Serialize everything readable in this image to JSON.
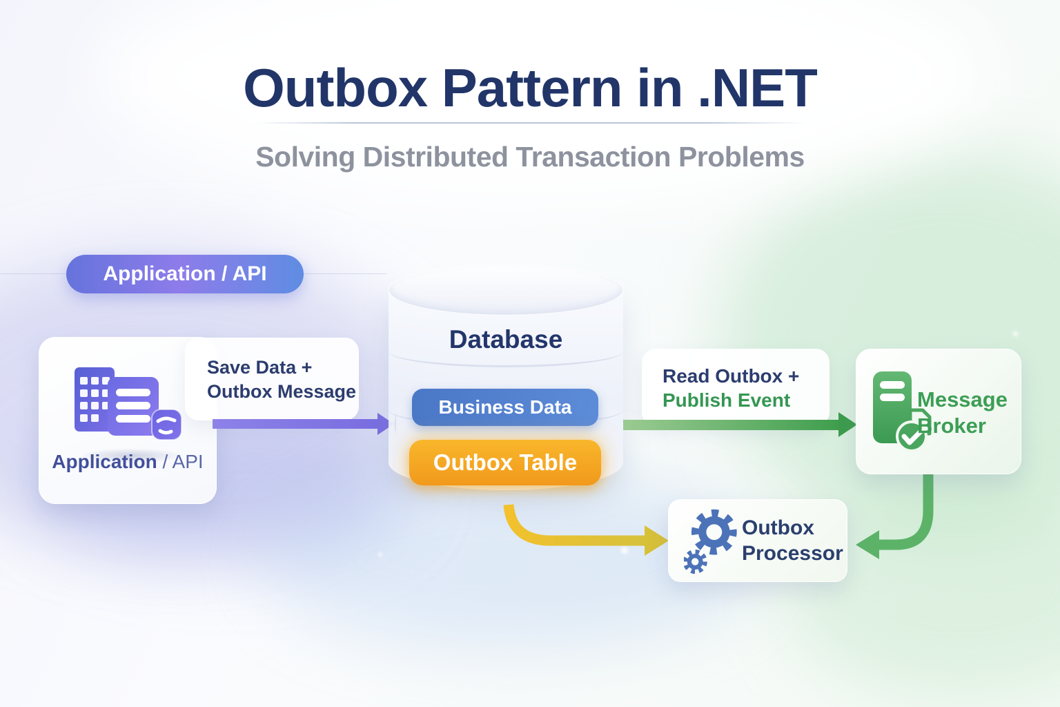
{
  "title": "Outbox Pattern in .NET",
  "subtitle": "Solving Distributed Transaction Problems",
  "badge": {
    "label": "Application / API"
  },
  "application_card": {
    "label_main": "Application",
    "label_suffix": " / API",
    "icon": "app-building-document-icon"
  },
  "database": {
    "title": "Database",
    "rows": [
      {
        "label": "Business Data",
        "color": "#4f7dca"
      },
      {
        "label": "Outbox Table",
        "color": "#f5a81f"
      }
    ]
  },
  "message_broker": {
    "label_line1": "Message",
    "label_line2": "Broker",
    "icon": "server-check-icon",
    "color": "#3c9e55"
  },
  "outbox_processor": {
    "label_line1": "Outbox",
    "label_line2": "Processor",
    "icon": "gears-icon",
    "color": "#2b3f6e"
  },
  "arrows": {
    "save": {
      "line1": "Save Data +",
      "line2": "Outbox Message",
      "color": "#7a6de0",
      "direction": "application-to-database"
    },
    "read": {
      "line1": "Read Outbox +",
      "line2": "Publish Event",
      "color": "#3f9e4e",
      "direction": "database-to-broker"
    },
    "poll": {
      "color": "#d9c23c",
      "direction": "database-to-processor"
    },
    "broker_link": {
      "color": "#5cb368",
      "direction": "broker-to-processor"
    }
  },
  "colors": {
    "title": "#223569",
    "subtitle": "#8d929e",
    "navy_text": "#2c3c6e",
    "green_text": "#349653",
    "indigo_text": "#414f9b",
    "gear_blue": "#4c72b8",
    "pill_gradient_start": "#6673dc",
    "pill_gradient_end": "#5f8de2"
  }
}
